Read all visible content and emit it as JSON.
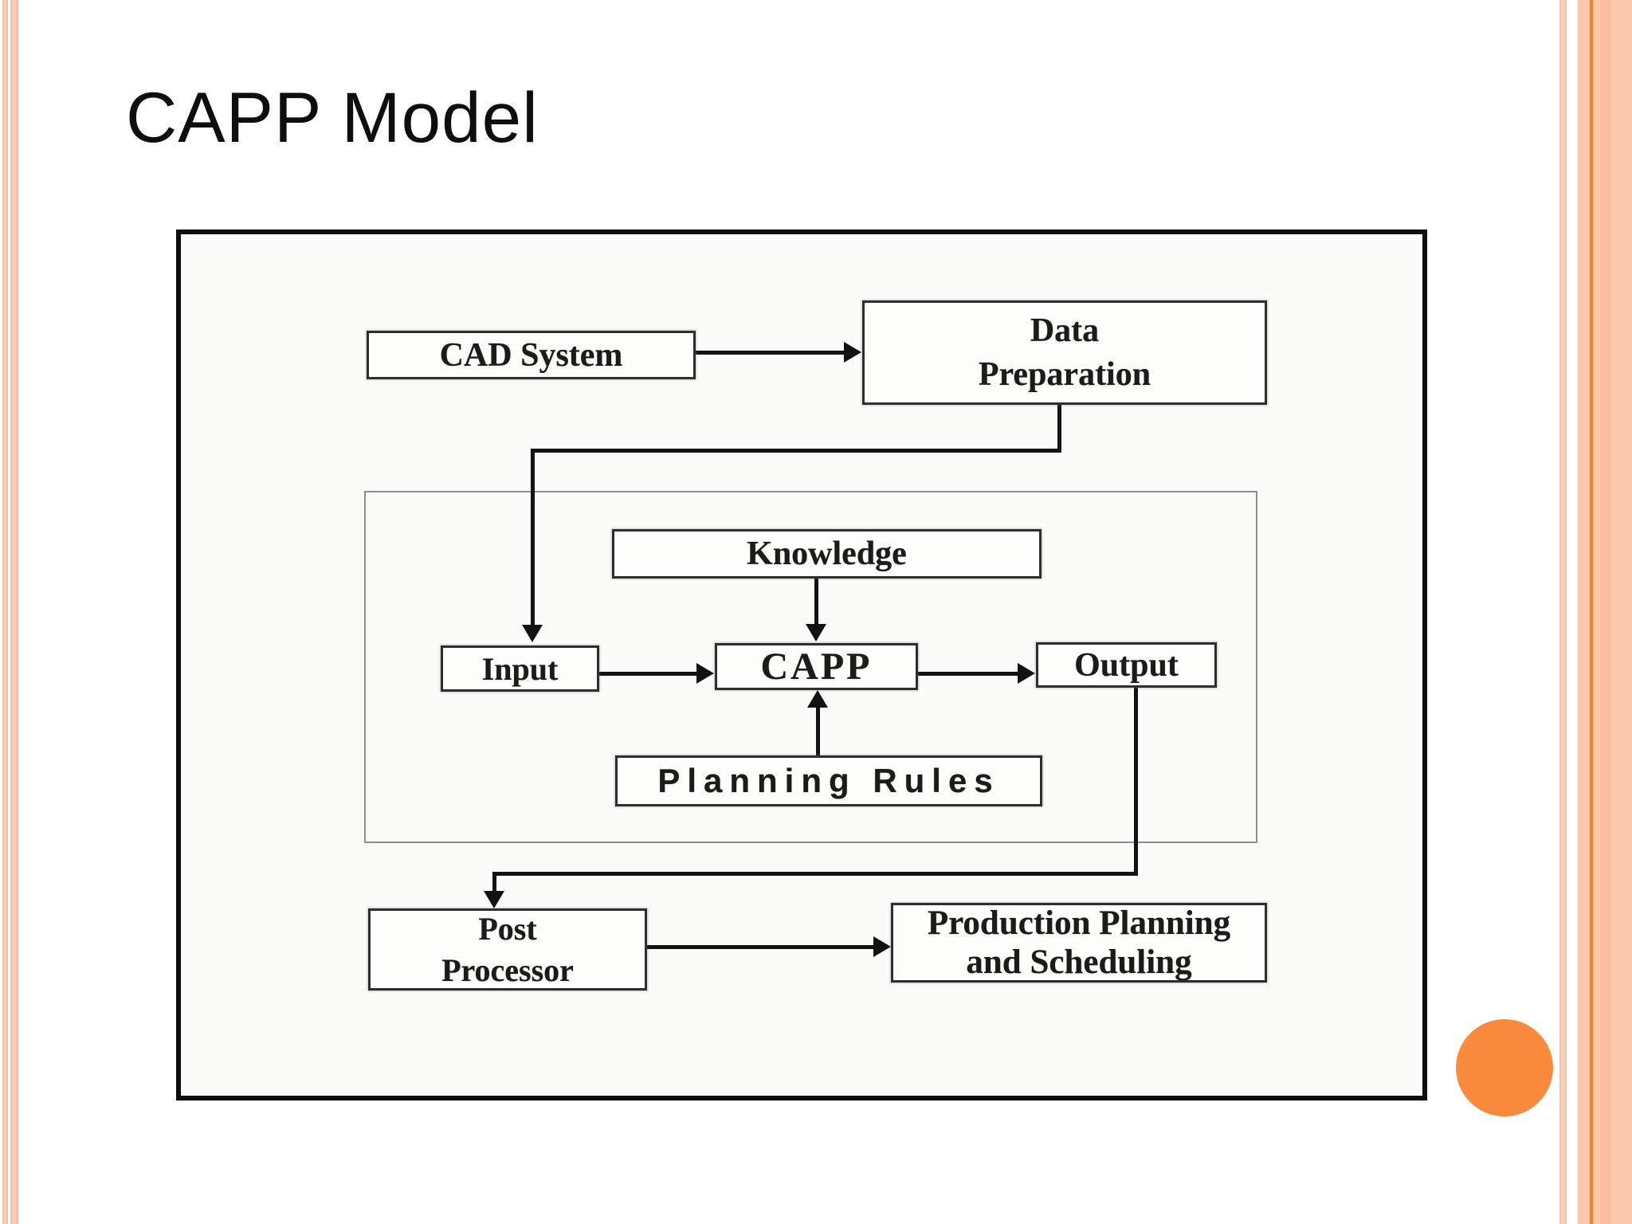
{
  "slide": {
    "title": "CAPP Model",
    "background_color": "#FEFEFE",
    "accent_colors": {
      "edge_stripe_peach": "#F8C0A2",
      "right_band_peach": "#FCC7AD",
      "right_band_line_orange": "#EE7D31",
      "corner_circle_orange": "#FA8A3E"
    }
  },
  "diagram": {
    "nodes": {
      "cad_system": {
        "label": "CAD System"
      },
      "data_preparation": {
        "label": "Data\nPreparation"
      },
      "knowledge": {
        "label": "Knowledge"
      },
      "input": {
        "label": "Input"
      },
      "capp": {
        "label": "CAPP"
      },
      "output": {
        "label": "Output"
      },
      "planning_rules": {
        "label": "Planning Rules"
      },
      "post_processor": {
        "label": "Post\nProcessor"
      },
      "production_planning": {
        "label": "Production Planning\nand Scheduling"
      }
    },
    "connections": [
      {
        "from": "CAD System",
        "to": "Data Preparation"
      },
      {
        "from": "Data Preparation",
        "to": "Input"
      },
      {
        "from": "Knowledge",
        "to": "CAPP"
      },
      {
        "from": "Input",
        "to": "CAPP"
      },
      {
        "from": "Planning Rules",
        "to": "CAPP"
      },
      {
        "from": "CAPP",
        "to": "Output"
      },
      {
        "from": "Output",
        "to": "Post Processor"
      },
      {
        "from": "Post Processor",
        "to": "Production Planning and Scheduling"
      }
    ]
  }
}
